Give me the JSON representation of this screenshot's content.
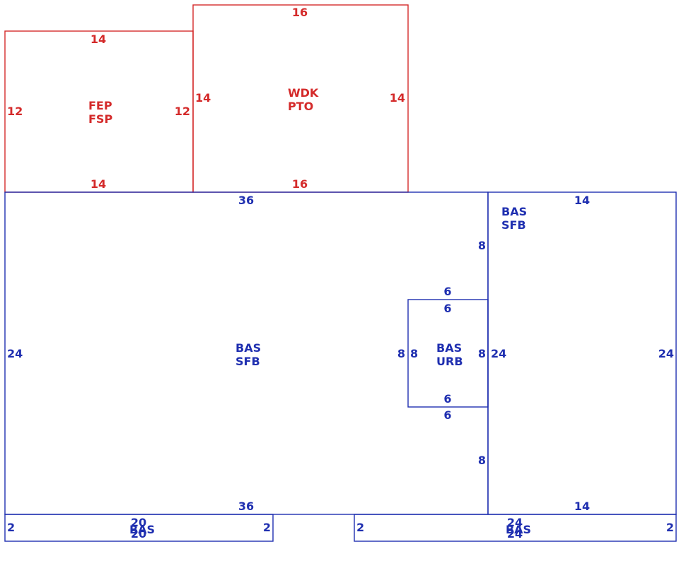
{
  "colors": {
    "red": "#d42a2a",
    "blue": "#1f2fb0"
  },
  "areas": [
    {
      "id": "fep-fsp",
      "color": "red",
      "codes": [
        "FEP",
        "FSP"
      ],
      "dims": {
        "top": "14",
        "bottom": "14",
        "left": "12",
        "right": "12"
      }
    },
    {
      "id": "wdk-pto",
      "color": "red",
      "codes": [
        "WDK",
        "PTO"
      ],
      "dims": {
        "top": "16",
        "bottom": "16",
        "left": "14",
        "right": "14"
      }
    },
    {
      "id": "bas-sfb-main",
      "color": "blue",
      "codes": [
        "BAS",
        "SFB"
      ],
      "dims": {
        "top": "36",
        "bottom": "36",
        "left": "24",
        "right_upper": "8",
        "right_lower": "8"
      }
    },
    {
      "id": "bas-urb",
      "color": "blue",
      "codes": [
        "BAS",
        "URB"
      ],
      "dims": {
        "top_outer": "6",
        "top_inner": "6",
        "bottom_inner": "6",
        "bottom_outer": "6",
        "left_outer": "8",
        "left_inner": "8",
        "right": "8"
      }
    },
    {
      "id": "bas-sfb-right",
      "color": "blue",
      "codes": [
        "BAS",
        "SFB"
      ],
      "dims": {
        "top": "14",
        "bottom": "14",
        "left": "24",
        "right": "24"
      }
    },
    {
      "id": "bas-strip-left",
      "color": "blue",
      "codes": [
        "BAS"
      ],
      "dims": {
        "top": "20",
        "bottom": "20",
        "left": "2",
        "right": "2"
      }
    },
    {
      "id": "bas-strip-right",
      "color": "blue",
      "codes": [
        "BAS"
      ],
      "dims": {
        "top": "24",
        "bottom": "24",
        "left": "2",
        "right": "2"
      }
    }
  ]
}
